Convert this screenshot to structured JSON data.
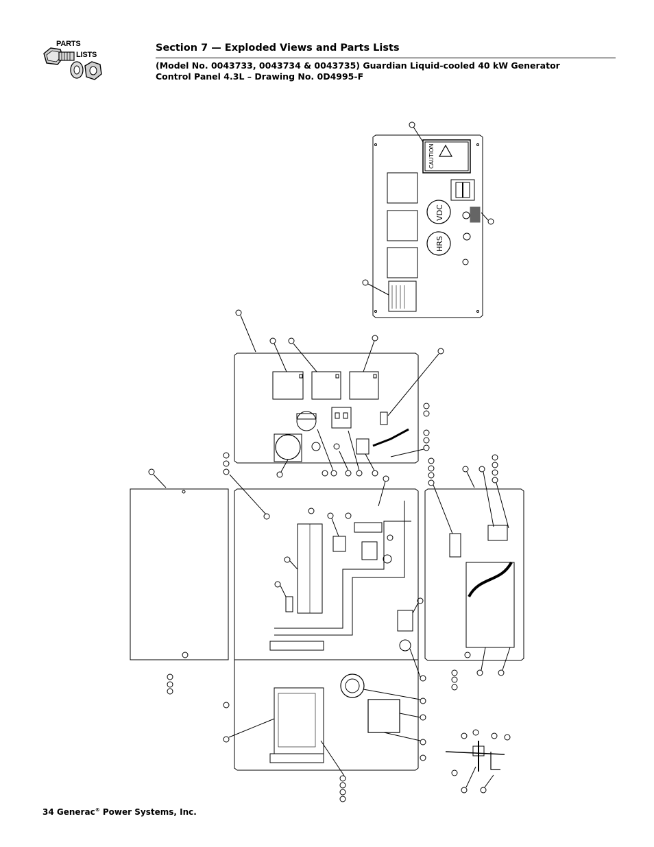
{
  "header": {
    "logo_line1": "PARTS",
    "logo_line2": "LISTS",
    "section_title": "Section 7 — Exploded Views and Parts Lists",
    "subtitle_line1": "(Model No. 0043733, 0043734 & 0043735) Guardian Liquid-cooled 40 kW Generator",
    "subtitle_line2": "Control Panel 4.3L – Drawing No. 0D4995-F"
  },
  "drawing_labels": {
    "caution": "CAUTION",
    "vdc": "VDC",
    "hrs": "HRS"
  },
  "footer": {
    "page_number": "34",
    "company": "Generac",
    "registered": "®",
    "company_suffix": " Power Systems, Inc."
  }
}
